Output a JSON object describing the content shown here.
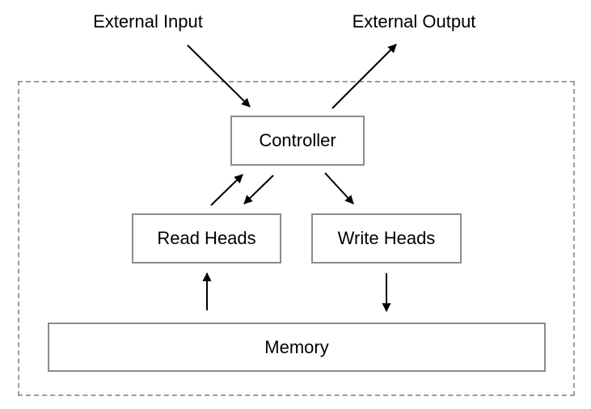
{
  "labels": {
    "external_input": "External Input",
    "external_output": "External Output"
  },
  "nodes": {
    "controller": {
      "label": "Controller"
    },
    "read_heads": {
      "label": "Read Heads"
    },
    "write_heads": {
      "label": "Write Heads"
    },
    "memory": {
      "label": "Memory"
    }
  },
  "edges": [
    {
      "from": "external-input",
      "to": "controller",
      "type": "arrow"
    },
    {
      "from": "controller",
      "to": "external-output",
      "type": "arrow"
    },
    {
      "from": "read-heads",
      "to": "controller",
      "type": "arrow"
    },
    {
      "from": "controller",
      "to": "read-heads",
      "type": "arrow"
    },
    {
      "from": "controller",
      "to": "write-heads",
      "type": "arrow"
    },
    {
      "from": "memory",
      "to": "read-heads",
      "type": "arrow"
    },
    {
      "from": "write-heads",
      "to": "memory",
      "type": "arrow"
    }
  ],
  "colors": {
    "background": "#ffffff",
    "box_border": "#8c8c8c",
    "dashed_border": "#9e9e9e",
    "arrow": "#000000",
    "text": "#000000"
  }
}
